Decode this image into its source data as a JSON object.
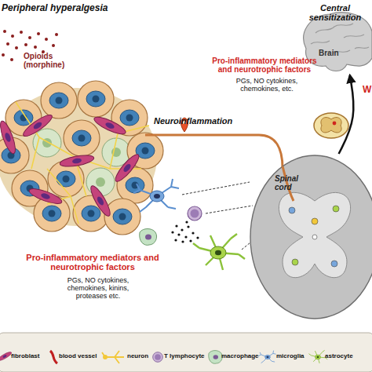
{
  "diagram": {
    "nodes": [
      {
        "text": [
          "Brain"
        ]
      },
      {
        "text": [
          "Spinal cord"
        ]
      }
    ],
    "edges": [
      {
        "from": 1,
        "to": 0,
        "arrow": "to"
      }
    ],
    "labels": [
      "Peripheral hyperalgesia",
      "Opioids (morphine)",
      "Neuroinflammation",
      "Central sensitization",
      "Pro-inflammatory mediators and neurotrophic factors",
      "PGs, NO cytokines, chemokines, etc.",
      "W",
      "Pro-inflammatory mediators and neurotrophic factors",
      "PGs, NO cytokines, chemokines, kinins, proteases etc."
    ],
    "legend": [
      {
        "text": "fibroblast"
      },
      {
        "text": "blood vessel"
      },
      {
        "text": "neuron"
      },
      {
        "text": "T lymphocyte"
      },
      {
        "text": "macrophage"
      },
      {
        "text": "microglia"
      },
      {
        "text": "astrocyte"
      }
    ]
  }
}
